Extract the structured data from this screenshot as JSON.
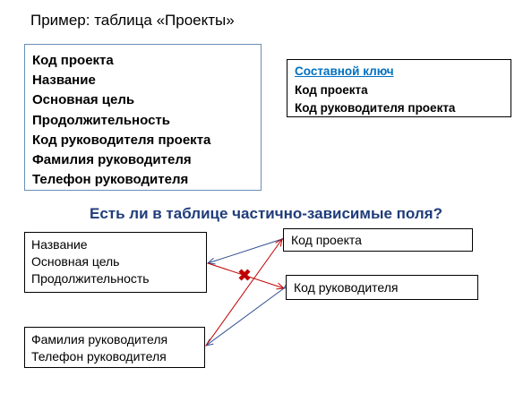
{
  "title": "Пример: таблица «Проекты»",
  "fields": [
    "Код проекта",
    "Название",
    "Основная цель",
    "Продолжительность",
    "Код руководителя проекта",
    "Фамилия руководителя",
    "Телефон руководителя"
  ],
  "composite_key": {
    "title": "Составной ключ",
    "items": [
      "Код проекта",
      "Код руководителя проекта"
    ]
  },
  "question": "Есть ли в таблице частично-зависимые поля?",
  "dependency": {
    "left_top": [
      "Название",
      "Основная цель",
      "Продолжительность"
    ],
    "left_bottom": [
      "Фамилия руководителя",
      "Телефон руководителя"
    ],
    "right_top": "Код проекта",
    "right_bottom": "Код руководителя"
  },
  "colors": {
    "arrow_blue": "#2f4f8f",
    "arrow_red": "#c00000",
    "cross": "#c00000",
    "link": "#0070c0",
    "question": "#1f3c7a"
  }
}
